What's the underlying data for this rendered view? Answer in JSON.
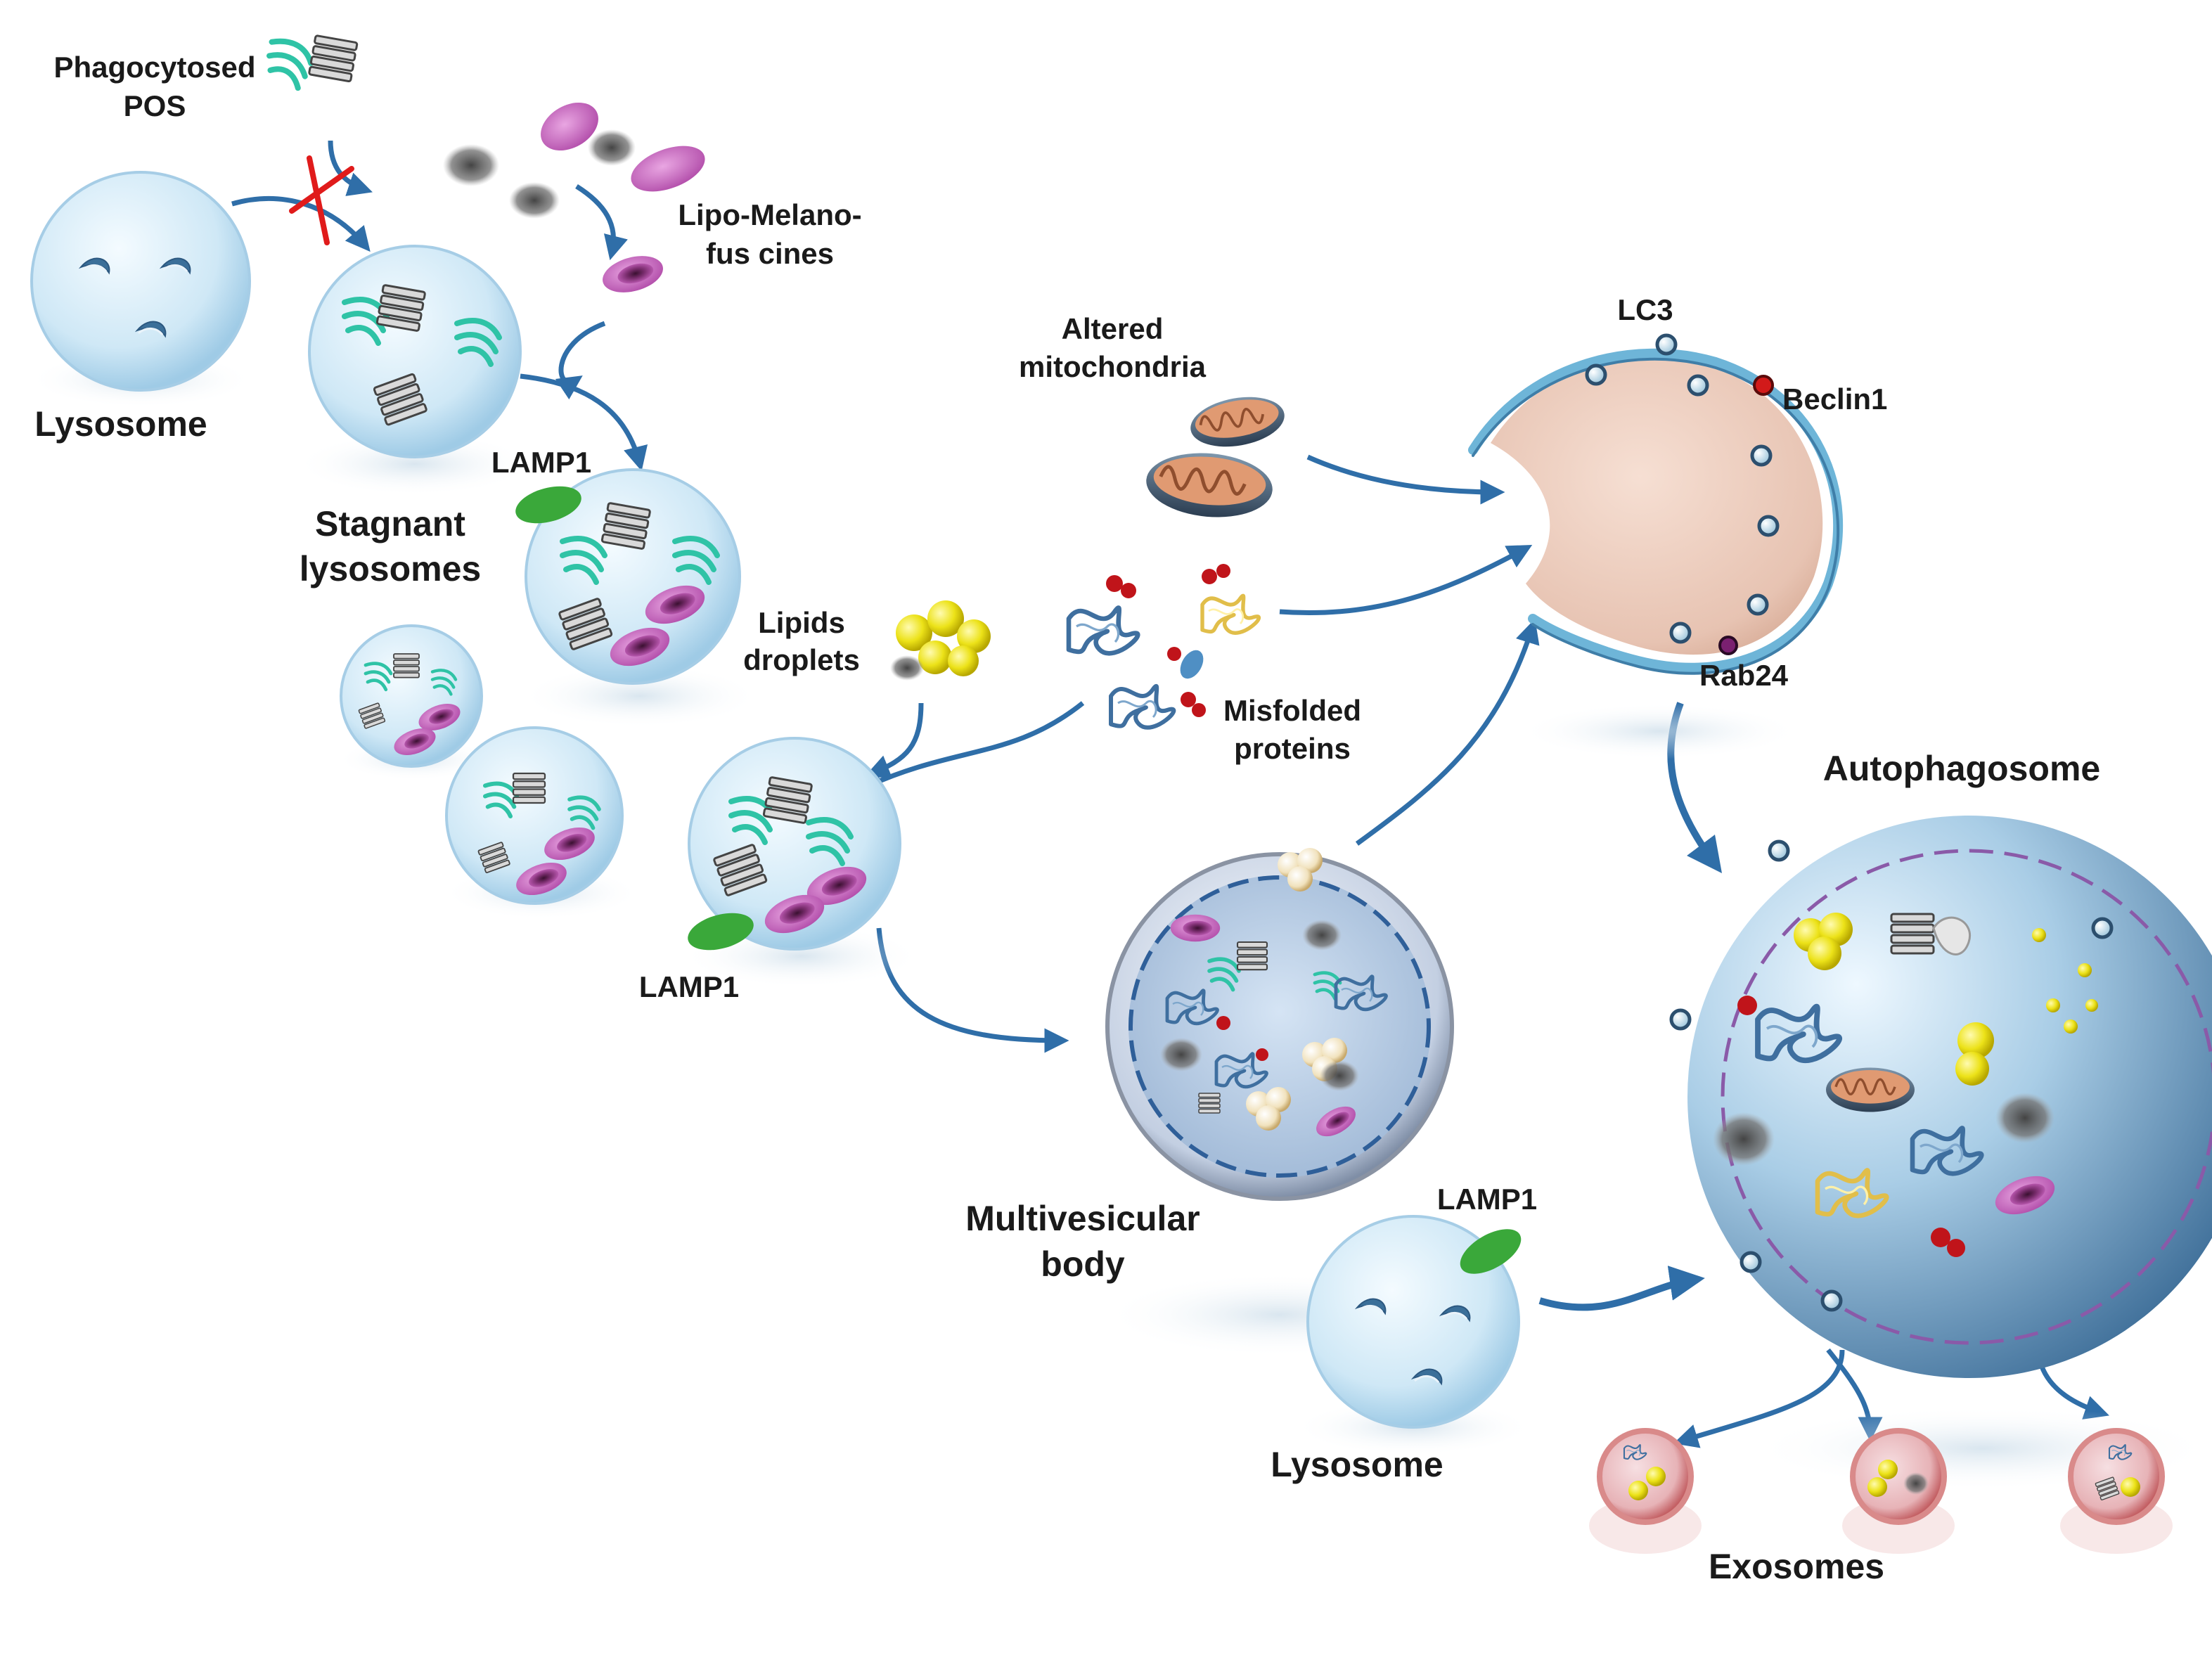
{
  "labels": {
    "phagocytosed_1": "Phagocytosed",
    "phagocytosed_2": "POS",
    "lipo_1": "Lipo-Melano-",
    "lipo_2": "fus cines",
    "lysosome_top": "Lysosome",
    "stagnant_1": "Stagnant",
    "stagnant_2": "lysosomes",
    "lamp1_top": "LAMP1",
    "lamp1_mid": "LAMP1",
    "lamp1_bottom": "LAMP1",
    "lipids_1": "Lipids",
    "lipids_2": "droplets",
    "altered_1": "Altered",
    "altered_2": "mitochondria",
    "misfolded_1": "Misfolded",
    "misfolded_2": "proteins",
    "lc3": "LC3",
    "beclin1": "Beclin1",
    "rab24": "Rab24",
    "autophagosome": "Autophagosome",
    "mvb_1": "Multivesicular",
    "mvb_2": "body",
    "lysosome_bottom": "Lysosome",
    "exosomes": "Exosomes"
  },
  "colors": {
    "arrow": "#2f6ea8",
    "lysosome_fill": "#d6ecf8",
    "lamp1": "#3aa83a",
    "melano": "#b04aa8",
    "pos_teal": "#2fc3a6",
    "lipid": "#e0d40a",
    "phagophore": "#e9cbbd",
    "exosome_rim": "#d98a8a",
    "block_x": "#e01b1b"
  }
}
